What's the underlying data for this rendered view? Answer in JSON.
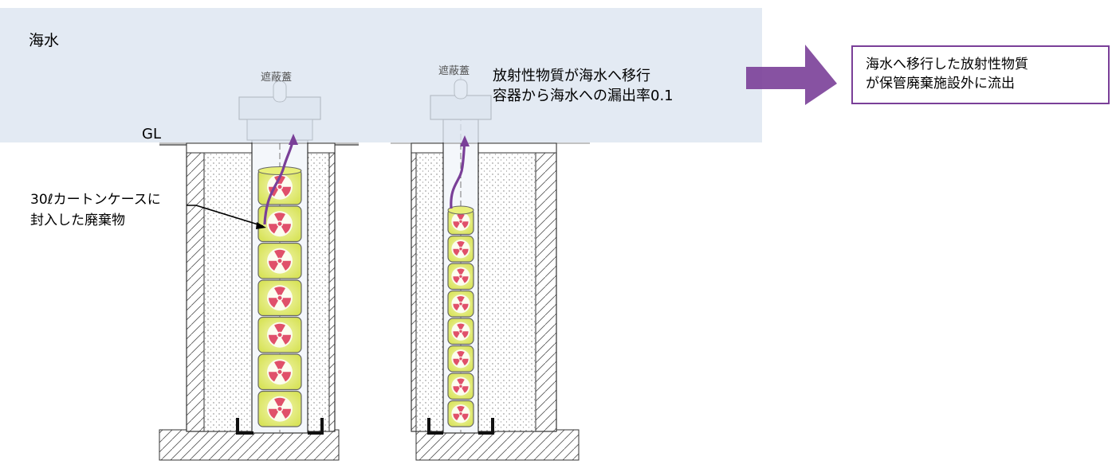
{
  "labels": {
    "sea": "海水",
    "gl": "GL",
    "lid_left": "遮蔽蓋",
    "lid_right": "遮蔽蓋",
    "transfer_line1": "放射性物質が海水へ移行",
    "transfer_line2": "容器から海水への漏出率0.1",
    "waste_line1": "30ℓカートンケースに",
    "waste_line2": "封入した廃棄物",
    "outflow_line1": "海水へ移行した放射性物質",
    "outflow_line2": "が保管廃棄施設外に流出"
  },
  "containers": {
    "left_count": 7,
    "right_count": 8
  },
  "colors": {
    "seawater": "#dbe4f0",
    "accent_purple": "#7a3f98",
    "container_fill": "#e8ef7a",
    "radiation_red": "#e0506a"
  }
}
